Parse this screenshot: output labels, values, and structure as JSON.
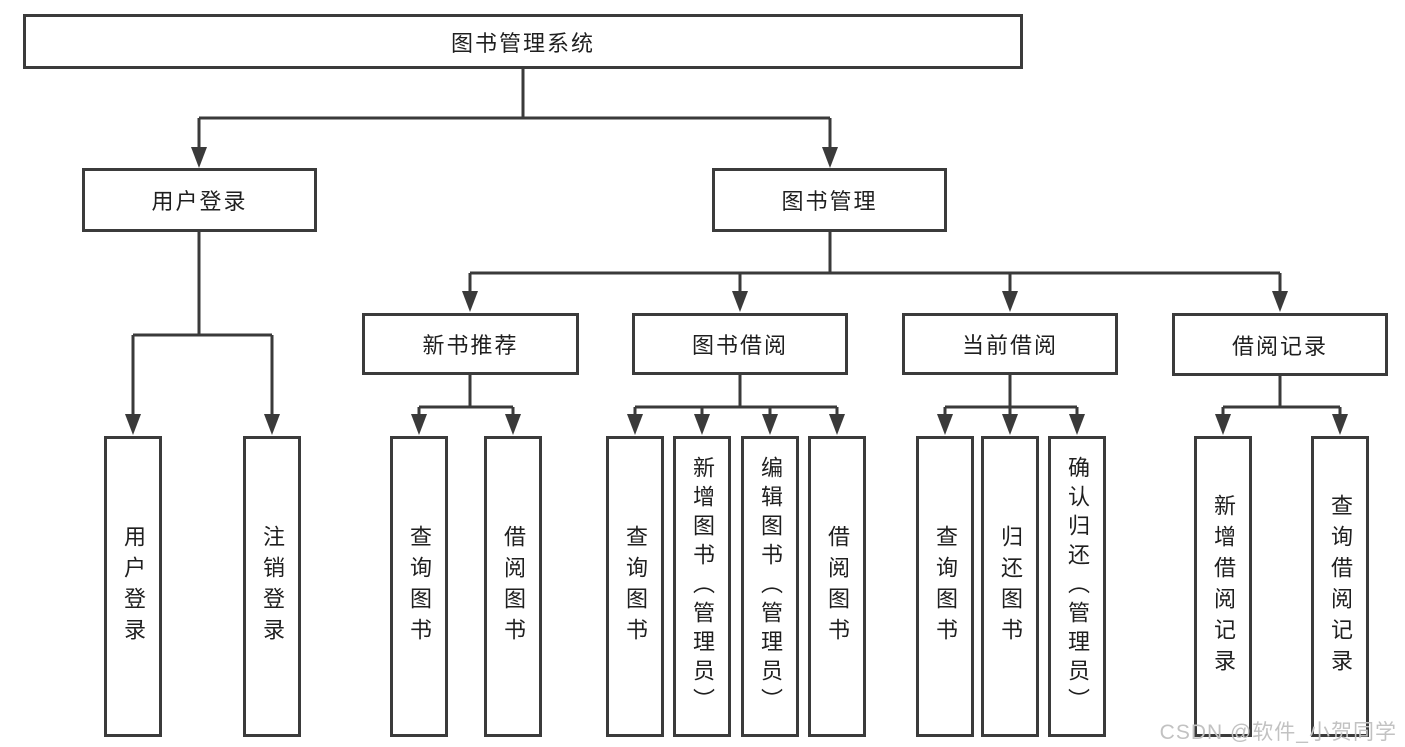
{
  "diagram": {
    "root": {
      "label": "图书管理系统"
    },
    "user_login": {
      "label": "用户登录",
      "children": [
        {
          "label": "用户登录"
        },
        {
          "label": "注销登录"
        }
      ]
    },
    "book_mgmt": {
      "label": "图书管理",
      "groups": [
        {
          "label": "新书推荐",
          "children": [
            {
              "label": "查询图书"
            },
            {
              "label": "借阅图书"
            }
          ]
        },
        {
          "label": "图书借阅",
          "children": [
            {
              "label": "查询图书"
            },
            {
              "label": "新增图书（管理员）"
            },
            {
              "label": "编辑图书（管理员）"
            },
            {
              "label": "借阅图书"
            }
          ]
        },
        {
          "label": "当前借阅",
          "children": [
            {
              "label": "查询图书"
            },
            {
              "label": "归还图书"
            },
            {
              "label": "确认归还（管理员）"
            }
          ]
        },
        {
          "label": "借阅记录",
          "children": [
            {
              "label": "新增借阅记录"
            },
            {
              "label": "查询借阅记录"
            }
          ]
        }
      ]
    },
    "colors": {
      "line": "#3a3a3a",
      "box_border": "#3b3b3b",
      "text": "#1f1f1f",
      "watermark": "#c2c2c2"
    },
    "watermark": "CSDN @软件_小贺同学"
  }
}
